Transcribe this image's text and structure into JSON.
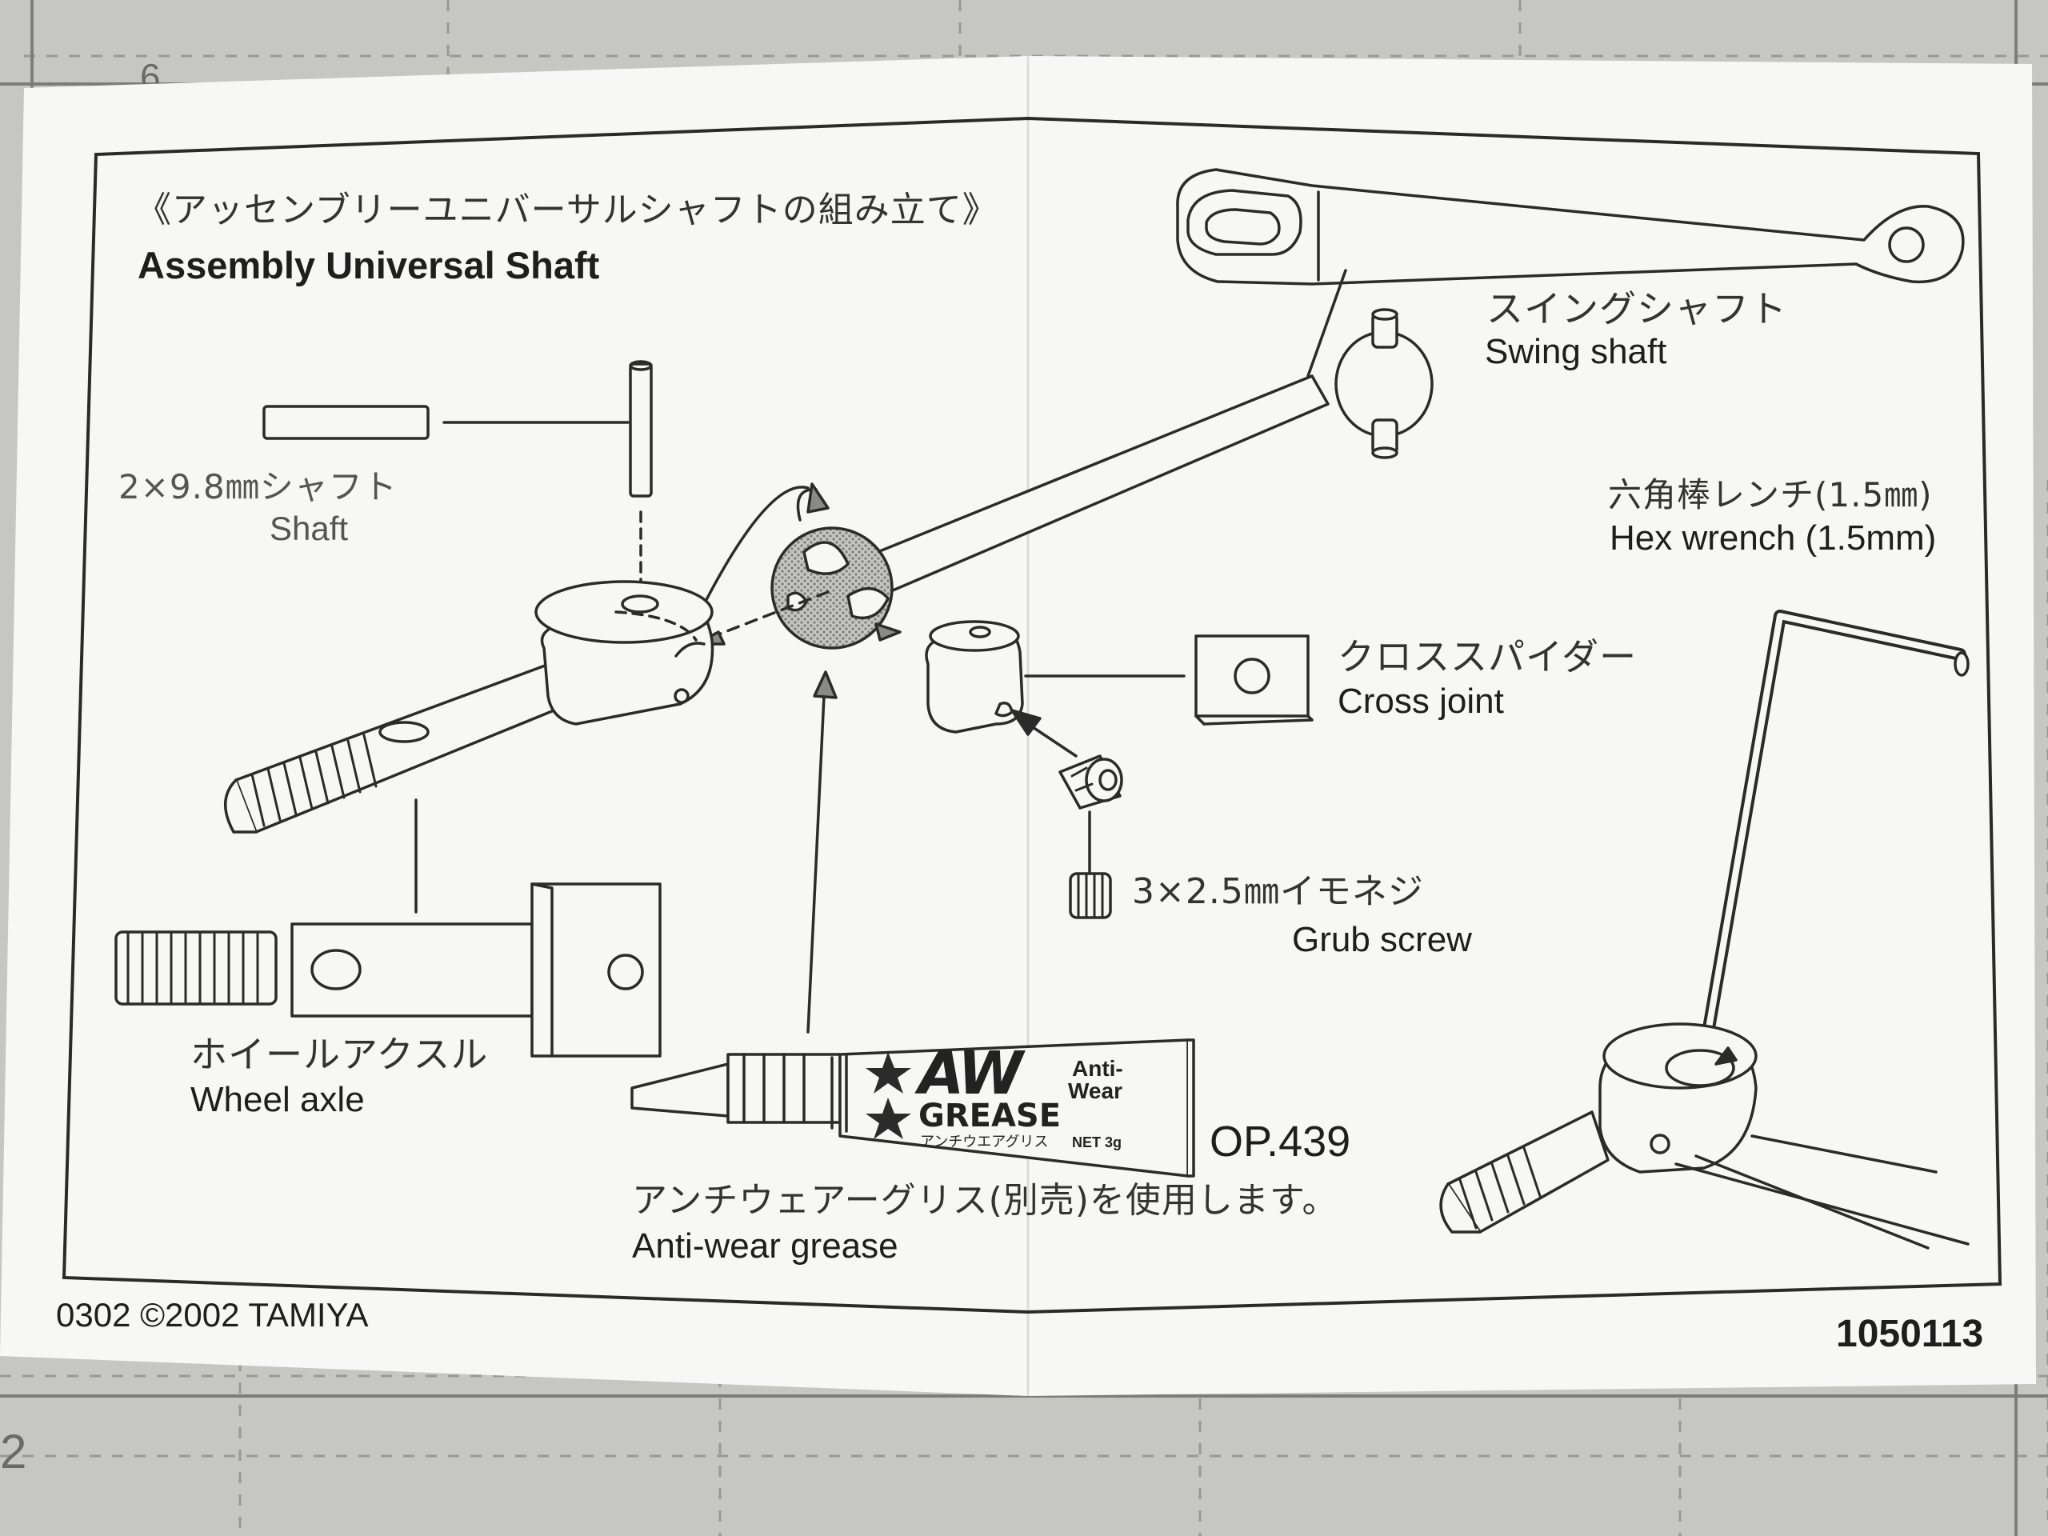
{
  "mat": {
    "number_top": "6",
    "number_bottom": "2"
  },
  "title": {
    "jp": "《アッセンブリーユニバーサルシャフトの組み立て》",
    "en": "Assembly Universal Shaft"
  },
  "parts": {
    "shaft": {
      "jp": "2×9.8㎜シャフト",
      "en": "Shaft"
    },
    "swing_shaft": {
      "jp": "スイングシャフト",
      "en": "Swing shaft"
    },
    "hex_wrench": {
      "jp": "六角棒レンチ(1.5㎜)",
      "en": "Hex wrench (1.5mm)"
    },
    "cross_joint": {
      "jp": "クロススパイダー",
      "en": "Cross joint"
    },
    "grub_screw": {
      "jp": "3×2.5㎜イモネジ",
      "en": "Grub screw"
    },
    "wheel_axle": {
      "jp": "ホイールアクスル",
      "en": "Wheel axle"
    },
    "grease": {
      "jp": "アンチウェアーグリス(別売)を使用します。",
      "en": "Anti-wear grease",
      "part_no": "OP.439",
      "tube_brand": "AW",
      "tube_word": "GREASE",
      "tube_anti": "Anti-",
      "tube_wear": "Wear",
      "tube_jp": "アンチウエアグリス",
      "tube_net": "NET 3g"
    }
  },
  "footer": {
    "copyright": "0302 ©2002 TAMIYA",
    "code": "1050113"
  }
}
